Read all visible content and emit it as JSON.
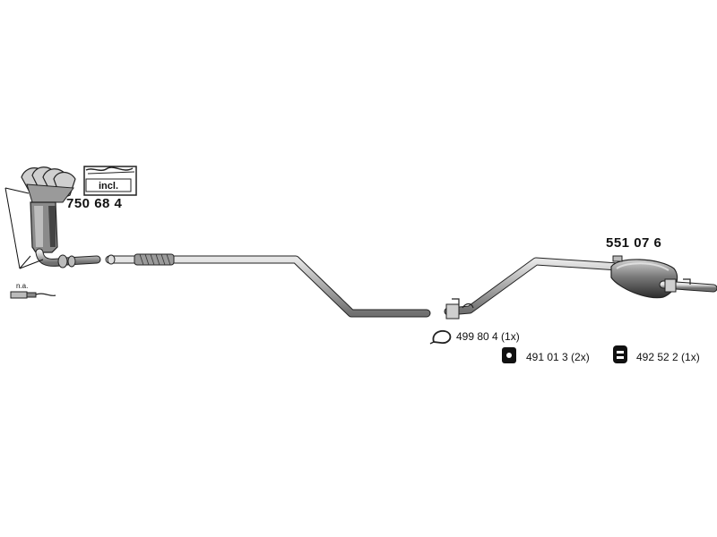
{
  "parts": {
    "manifold_number": "750 68 4",
    "manifold_included": "incl.",
    "sensor_note": "n.a.",
    "rear_muffler_number": "551 07 6"
  },
  "accessories": [
    {
      "label": "499 80 4 (1x)",
      "icon": "clamp-ring-icon"
    },
    {
      "label": "491 01 3 (2x)",
      "icon": "rubber-mount-icon"
    },
    {
      "label": "492 52 2 (1x)",
      "icon": "rubber-hanger-icon"
    }
  ],
  "colors": {
    "pipe": "#b5b5b5",
    "outline": "#222222",
    "muffler_dark": "#4a4a4a"
  }
}
